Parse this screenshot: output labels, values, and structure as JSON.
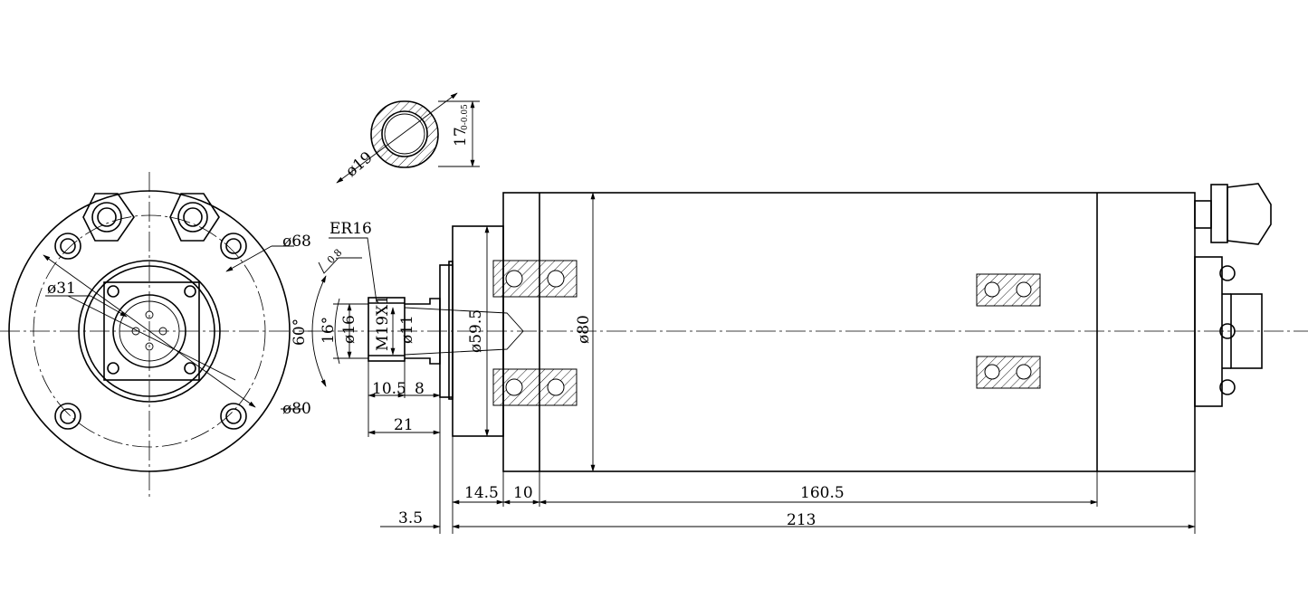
{
  "labels": {
    "d19": "ø19",
    "flat": "17",
    "flat_tol": "0-0.05",
    "er16": "ER16",
    "roughness": "0.8",
    "d68": "ø68",
    "d31": "ø31",
    "d80_front": "ø80",
    "angle60": "60°",
    "angle16": "16°",
    "d16": "ø16",
    "m19": "M19X1",
    "d11": "ø11",
    "d59_5": "ø59.5",
    "d80_body": "ø80",
    "len10_5": "10.5",
    "len8": "8",
    "len21": "21",
    "len14_5": "14.5",
    "len10": "10",
    "len160_5": "160.5",
    "len3_5": "3.5",
    "len213": "213"
  }
}
